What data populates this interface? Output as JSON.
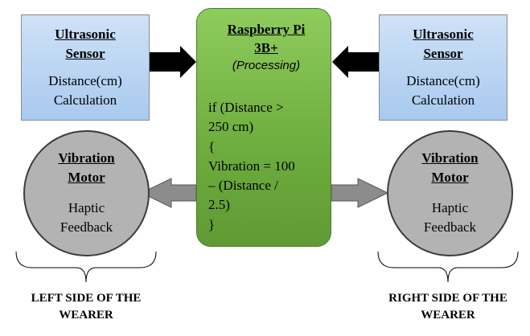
{
  "left_sensor": {
    "title_line1": "Ultrasonic",
    "title_line2": "Sensor",
    "text_line1": "Distance(cm)",
    "text_line2": "Calculation"
  },
  "right_sensor": {
    "title_line1": "Ultrasonic",
    "title_line2": "Sensor",
    "text_line1": "Distance(cm)",
    "text_line2": "Calculation"
  },
  "raspberry_pi": {
    "title_line1": "Raspberry Pi",
    "title_line2": "3B+",
    "subtitle": "(Processing)",
    "code_lines": [
      "if (Distance >",
      "250 cm)",
      "{",
      "Vibration = 100",
      "– (Distance /",
      "2.5)",
      "}"
    ]
  },
  "left_motor": {
    "title_line1": "Vibration",
    "title_line2": "Motor",
    "text_line1": "Haptic",
    "text_line2": "Feedback"
  },
  "right_motor": {
    "title_line1": "Vibration",
    "title_line2": "Motor",
    "text_line1": "Haptic",
    "text_line2": "Feedback"
  },
  "left_caption": {
    "line1": "LEFT SIDE OF THE",
    "line2": "WEARER"
  },
  "right_caption": {
    "line1": "RIGHT SIDE OF THE",
    "line2": "WEARER"
  },
  "colors": {
    "sensor_fill": "#b8d3f2",
    "pi_fill": "#7ab84a",
    "motor_fill": "#b3b3b3",
    "arrow_black": "#000000",
    "arrow_gray": "#8c8c8c"
  }
}
